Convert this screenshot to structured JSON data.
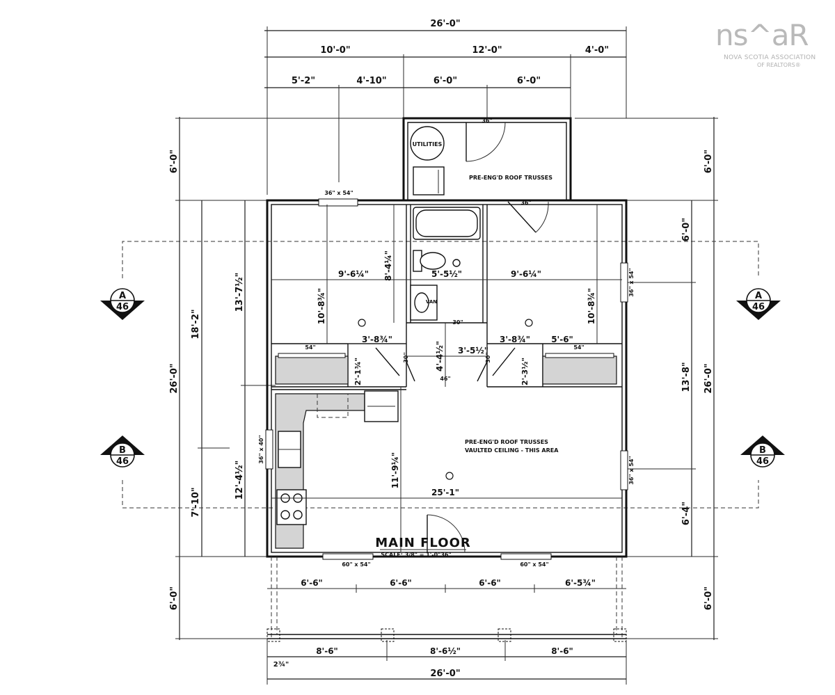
{
  "logo": {
    "mark": "ns^aR",
    "line1": "NOVA SCOTIA ASSOCIATION",
    "line2": "OF REALTORS®"
  },
  "plan": {
    "title": "MAIN FLOOR",
    "scale": "SCALE: 3/8\" = 1'-0\"36\"",
    "top_dims": {
      "overall": "26'-0\"",
      "row2": [
        "10'-0\"",
        "12'-0\"",
        "4'-0\""
      ],
      "row3": [
        "5'-2\"",
        "4'-10\"",
        "6'-0\"",
        "6'-0\""
      ]
    },
    "bottom_dims": {
      "row1": [
        "6'-6\"",
        "6'-6\"",
        "6'-6\"",
        "6'-5¾\""
      ],
      "row2": [
        "8'-6\"",
        "8'-6½\"",
        "8'-6\""
      ],
      "small": "2¾\"",
      "overall": "26'-0\""
    },
    "left_dims": {
      "outer_top": "6'-0\"",
      "outer_main": "26'-0\"",
      "outer_bottom": "6'-0\"",
      "mid_top": "18'-2\"",
      "mid_bottom": "7'-10\"",
      "inner_top": "13'-7½\"",
      "inner_bottom": "12'-4½\""
    },
    "right_dims": {
      "outer_top": "6'-0\"",
      "outer_main": "26'-0\"",
      "outer_bottom": "6'-0\"",
      "inner_top": "6'-0\"",
      "inner_mid": "13'-8\"",
      "inner_bottom": "6'-4\""
    },
    "interior_dims": {
      "bed_left_width": "9'-6¼\"",
      "bed_right_width": "9'-6¼\"",
      "bath_width": "5'-5½\"",
      "bath_height": "8'-4¼\"",
      "bed_left_height": "10'-8¾\"",
      "bed_right_height": "10'-8¾\"",
      "closet_left": "3'-8¾\"",
      "closet_right": "3'-8¾\"",
      "hall_width": "3'-5½\"",
      "hall_height": "4'-4½\"",
      "closet_depth_left": "2'-1¾\"",
      "closet_depth_right": "2'-3½\"",
      "right_closet_width": "5'-6\"",
      "great_room_width": "25'-1\"",
      "great_room_height": "11'-9¼\""
    },
    "notes": {
      "utilities": "UTILITIES",
      "roof_trusses": "PRE-ENG'D ROOF TRUSSES",
      "vaulted_1": "PRE-ENG'D ROOF TRUSSES",
      "vaulted_2": "VAULTED CEILING - THIS AREA",
      "vanity": "VAN"
    },
    "openings": {
      "door_36_top": "36\"",
      "door_36_mid": "36\"",
      "window_top": "36\" x 54\"",
      "window_right_top": "36\" x 54\"",
      "window_right_bottom": "36\" x 54\"",
      "window_kitchen": "36\" x 40\"",
      "window_front_left": "60\" x 54\"",
      "window_front_right": "60\" x 54\"",
      "closet_54_left": "54\"",
      "closet_54_right": "54\"",
      "bath_door": "30\"",
      "hall_door_a": "30\"",
      "hall_door_b": "30\"",
      "opening_46": "46\""
    },
    "section_markers": {
      "a_letter": "A",
      "a_sheet": "46",
      "b_letter": "B",
      "b_sheet": "46"
    }
  }
}
